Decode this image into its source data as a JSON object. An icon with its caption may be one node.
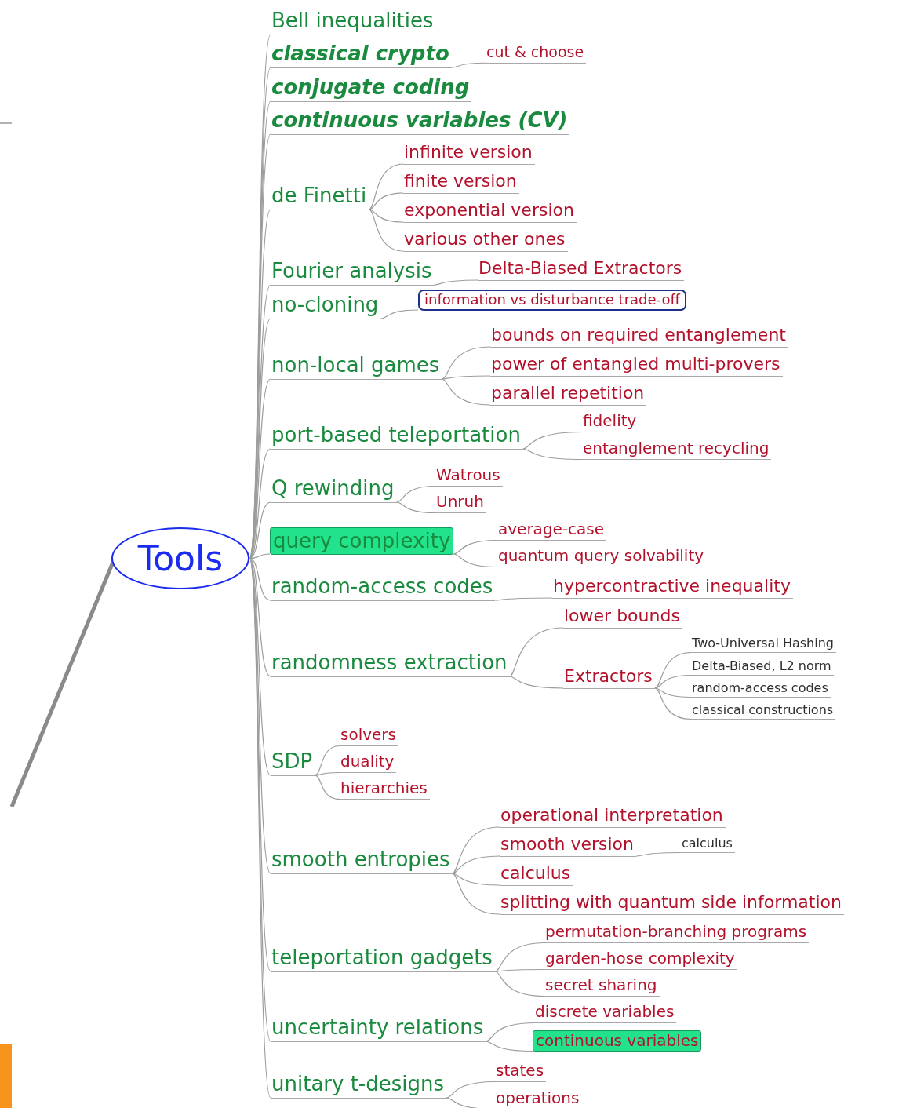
{
  "diagram": {
    "nodes": [
      {
        "text": [
          "Tools"
        ]
      },
      {
        "text": [
          "Bell inequalities"
        ]
      },
      {
        "text": [
          "classical crypto"
        ]
      },
      {
        "text": [
          "cut & choose"
        ]
      },
      {
        "text": [
          "conjugate coding"
        ]
      },
      {
        "text": [
          "continuous variables (CV)"
        ]
      },
      {
        "text": [
          "de Finetti"
        ]
      },
      {
        "text": [
          "infinite version"
        ]
      },
      {
        "text": [
          "finite version"
        ]
      },
      {
        "text": [
          "exponential version"
        ]
      },
      {
        "text": [
          "various other ones"
        ]
      },
      {
        "text": [
          "Fourier analysis"
        ]
      },
      {
        "text": [
          "Delta-Biased Extractors"
        ]
      },
      {
        "text": [
          "no-cloning"
        ]
      },
      {
        "text": [
          "information vs disturbance trade-off"
        ]
      },
      {
        "text": [
          "non-local games"
        ]
      },
      {
        "text": [
          "bounds on required entanglement"
        ]
      },
      {
        "text": [
          "power of entangled multi-provers"
        ]
      },
      {
        "text": [
          "parallel repetition"
        ]
      },
      {
        "text": [
          "port-based teleportation"
        ]
      },
      {
        "text": [
          "fidelity"
        ]
      },
      {
        "text": [
          "entanglement recycling"
        ]
      },
      {
        "text": [
          "Q rewinding"
        ]
      },
      {
        "text": [
          "Watrous"
        ]
      },
      {
        "text": [
          "Unruh"
        ]
      },
      {
        "text": [
          "query complexity"
        ]
      },
      {
        "text": [
          "average-case"
        ]
      },
      {
        "text": [
          "quantum query solvability"
        ]
      },
      {
        "text": [
          "random-access codes"
        ]
      },
      {
        "text": [
          "hypercontractive inequality"
        ]
      },
      {
        "text": [
          "randomness extraction"
        ]
      },
      {
        "text": [
          "lower bounds"
        ]
      },
      {
        "text": [
          "Extractors"
        ]
      },
      {
        "text": [
          "Two-Universal Hashing"
        ]
      },
      {
        "text": [
          "Delta-Biased, L2 norm"
        ]
      },
      {
        "text": [
          "random-access codes"
        ]
      },
      {
        "text": [
          "classical constructions"
        ]
      },
      {
        "text": [
          "SDP"
        ]
      },
      {
        "text": [
          "solvers"
        ]
      },
      {
        "text": [
          "duality"
        ]
      },
      {
        "text": [
          "hierarchies"
        ]
      },
      {
        "text": [
          "smooth entropies"
        ]
      },
      {
        "text": [
          "operational interpretation"
        ]
      },
      {
        "text": [
          "smooth version"
        ]
      },
      {
        "text": [
          "calculus"
        ]
      },
      {
        "text": [
          "calculus"
        ]
      },
      {
        "text": [
          "splitting with quantum side information"
        ]
      },
      {
        "text": [
          "teleportation gadgets"
        ]
      },
      {
        "text": [
          "permutation-branching programs"
        ]
      },
      {
        "text": [
          "garden-hose complexity"
        ]
      },
      {
        "text": [
          "secret sharing"
        ]
      },
      {
        "text": [
          "uncertainty relations"
        ]
      },
      {
        "text": [
          "discrete variables"
        ]
      },
      {
        "text": [
          "continuous variables"
        ]
      },
      {
        "text": [
          "unitary t-designs"
        ]
      },
      {
        "text": [
          "states"
        ]
      },
      {
        "text": [
          "operations"
        ]
      },
      {
        "text": [],
        "shape": "box"
      }
    ],
    "edges": [
      {
        "from": null,
        "to": 0,
        "arrow": "none",
        "style": "thick"
      },
      {
        "from": 0,
        "to": 1,
        "arrow": "none"
      },
      {
        "from": 0,
        "to": 2,
        "arrow": "none"
      },
      {
        "from": 2,
        "to": 3,
        "arrow": "none"
      },
      {
        "from": 0,
        "to": 4,
        "arrow": "none"
      },
      {
        "from": 0,
        "to": 5,
        "arrow": "none"
      },
      {
        "from": 0,
        "to": 6,
        "arrow": "none"
      },
      {
        "from": 6,
        "to": 7,
        "arrow": "none"
      },
      {
        "from": 6,
        "to": 8,
        "arrow": "none"
      },
      {
        "from": 6,
        "to": 9,
        "arrow": "none"
      },
      {
        "from": 6,
        "to": 10,
        "arrow": "none"
      },
      {
        "from": 0,
        "to": 11,
        "arrow": "none"
      },
      {
        "from": 11,
        "to": 12,
        "arrow": "none"
      },
      {
        "from": 0,
        "to": 13,
        "arrow": "none"
      },
      {
        "from": 13,
        "to": 14,
        "arrow": "none"
      },
      {
        "from": 0,
        "to": 15,
        "arrow": "none"
      },
      {
        "from": 15,
        "to": 16,
        "arrow": "none"
      },
      {
        "from": 15,
        "to": 17,
        "arrow": "none"
      },
      {
        "from": 15,
        "to": 18,
        "arrow": "none"
      },
      {
        "from": 0,
        "to": 19,
        "arrow": "none"
      },
      {
        "from": 19,
        "to": 20,
        "arrow": "none"
      },
      {
        "from": 19,
        "to": 21,
        "arrow": "none"
      },
      {
        "from": 0,
        "to": 22,
        "arrow": "none"
      },
      {
        "from": 22,
        "to": 23,
        "arrow": "none"
      },
      {
        "from": 22,
        "to": 24,
        "arrow": "none"
      },
      {
        "from": 0,
        "to": 25,
        "arrow": "none"
      },
      {
        "from": 25,
        "to": 26,
        "arrow": "none"
      },
      {
        "from": 25,
        "to": 27,
        "arrow": "none"
      },
      {
        "from": 0,
        "to": 28,
        "arrow": "none"
      },
      {
        "from": 28,
        "to": 29,
        "arrow": "none"
      },
      {
        "from": 0,
        "to": 30,
        "arrow": "none"
      },
      {
        "from": 30,
        "to": 31,
        "arrow": "none"
      },
      {
        "from": 30,
        "to": 32,
        "arrow": "none"
      },
      {
        "from": 32,
        "to": 33,
        "arrow": "none"
      },
      {
        "from": 32,
        "to": 34,
        "arrow": "none"
      },
      {
        "from": 32,
        "to": 35,
        "arrow": "none"
      },
      {
        "from": 32,
        "to": 36,
        "arrow": "none"
      },
      {
        "from": 0,
        "to": 37,
        "arrow": "none"
      },
      {
        "from": 37,
        "to": 38,
        "arrow": "none"
      },
      {
        "from": 37,
        "to": 39,
        "arrow": "none"
      },
      {
        "from": 37,
        "to": 40,
        "arrow": "none"
      },
      {
        "from": 0,
        "to": 41,
        "arrow": "none"
      },
      {
        "from": 41,
        "to": 42,
        "arrow": "none"
      },
      {
        "from": 41,
        "to": 43,
        "arrow": "none"
      },
      {
        "from": 43,
        "to": 44,
        "arrow": "none"
      },
      {
        "from": 41,
        "to": 45,
        "arrow": "none"
      },
      {
        "from": 41,
        "to": 46,
        "arrow": "none"
      },
      {
        "from": 0,
        "to": 47,
        "arrow": "none"
      },
      {
        "from": 47,
        "to": 48,
        "arrow": "none"
      },
      {
        "from": 47,
        "to": 49,
        "arrow": "none"
      },
      {
        "from": 47,
        "to": 50,
        "arrow": "none"
      },
      {
        "from": 0,
        "to": 51,
        "arrow": "none"
      },
      {
        "from": 51,
        "to": 52,
        "arrow": "none"
      },
      {
        "from": 51,
        "to": 53,
        "arrow": "none"
      },
      {
        "from": 0,
        "to": 54,
        "arrow": "none"
      },
      {
        "from": 54,
        "to": 55,
        "arrow": "none"
      },
      {
        "from": 54,
        "to": 56,
        "arrow": "none"
      }
    ]
  }
}
